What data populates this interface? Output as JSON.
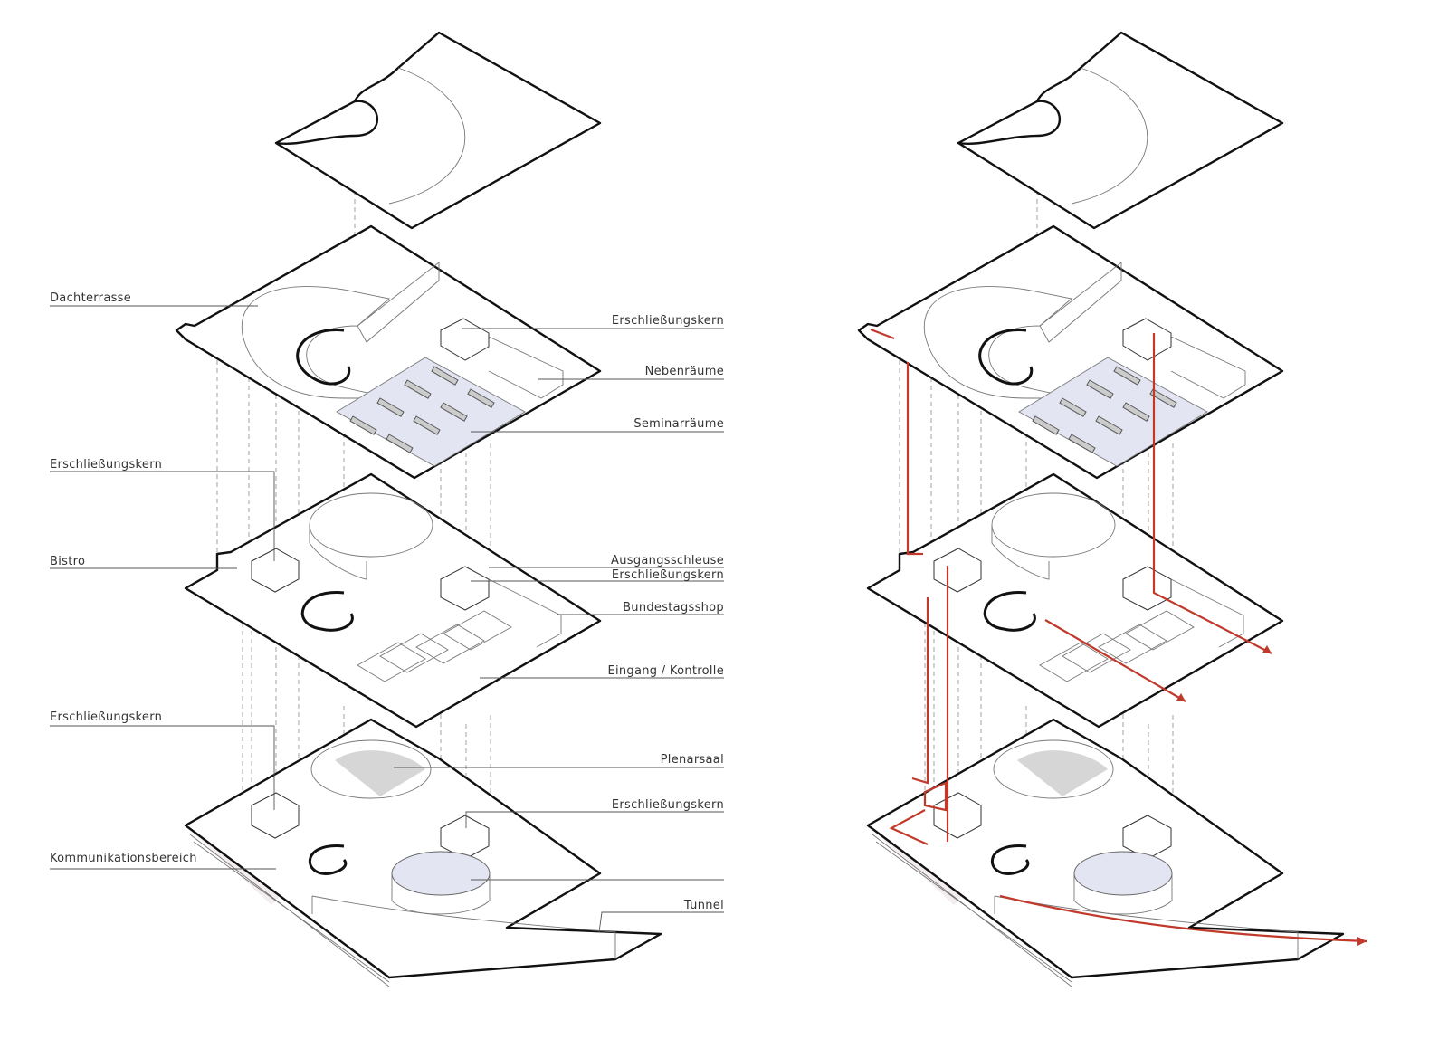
{
  "labels": {
    "dachterrasse": "Dachterrasse",
    "erschliessungskern_1": "Erschließungskern",
    "nebenraeume": "Nebenräume",
    "seminarraeume": "Seminarräume",
    "erschliessungskern_2": "Erschließungskern",
    "bistro": "Bistro",
    "ausgangsschleuse": "Ausgangsschleuse",
    "erschliessungskern_3": "Erschließungskern",
    "bundestagsshop": "Bundestagsshop",
    "eingang_kontrolle": "Eingang / Kontrolle",
    "erschliessungskern_4": "Erschließungskern",
    "plenarsaal": "Plenarsaal",
    "erschliessungskern_5": "Erschließungskern",
    "kommunikationsbereich": "Kommunikationsbereich",
    "tunnel": "Tunnel"
  },
  "colors": {
    "circulation": "#c0392b",
    "tint_pink": "#efe6e8",
    "tint_blue": "#e3e6f2",
    "tint_green": "#e6efec"
  }
}
